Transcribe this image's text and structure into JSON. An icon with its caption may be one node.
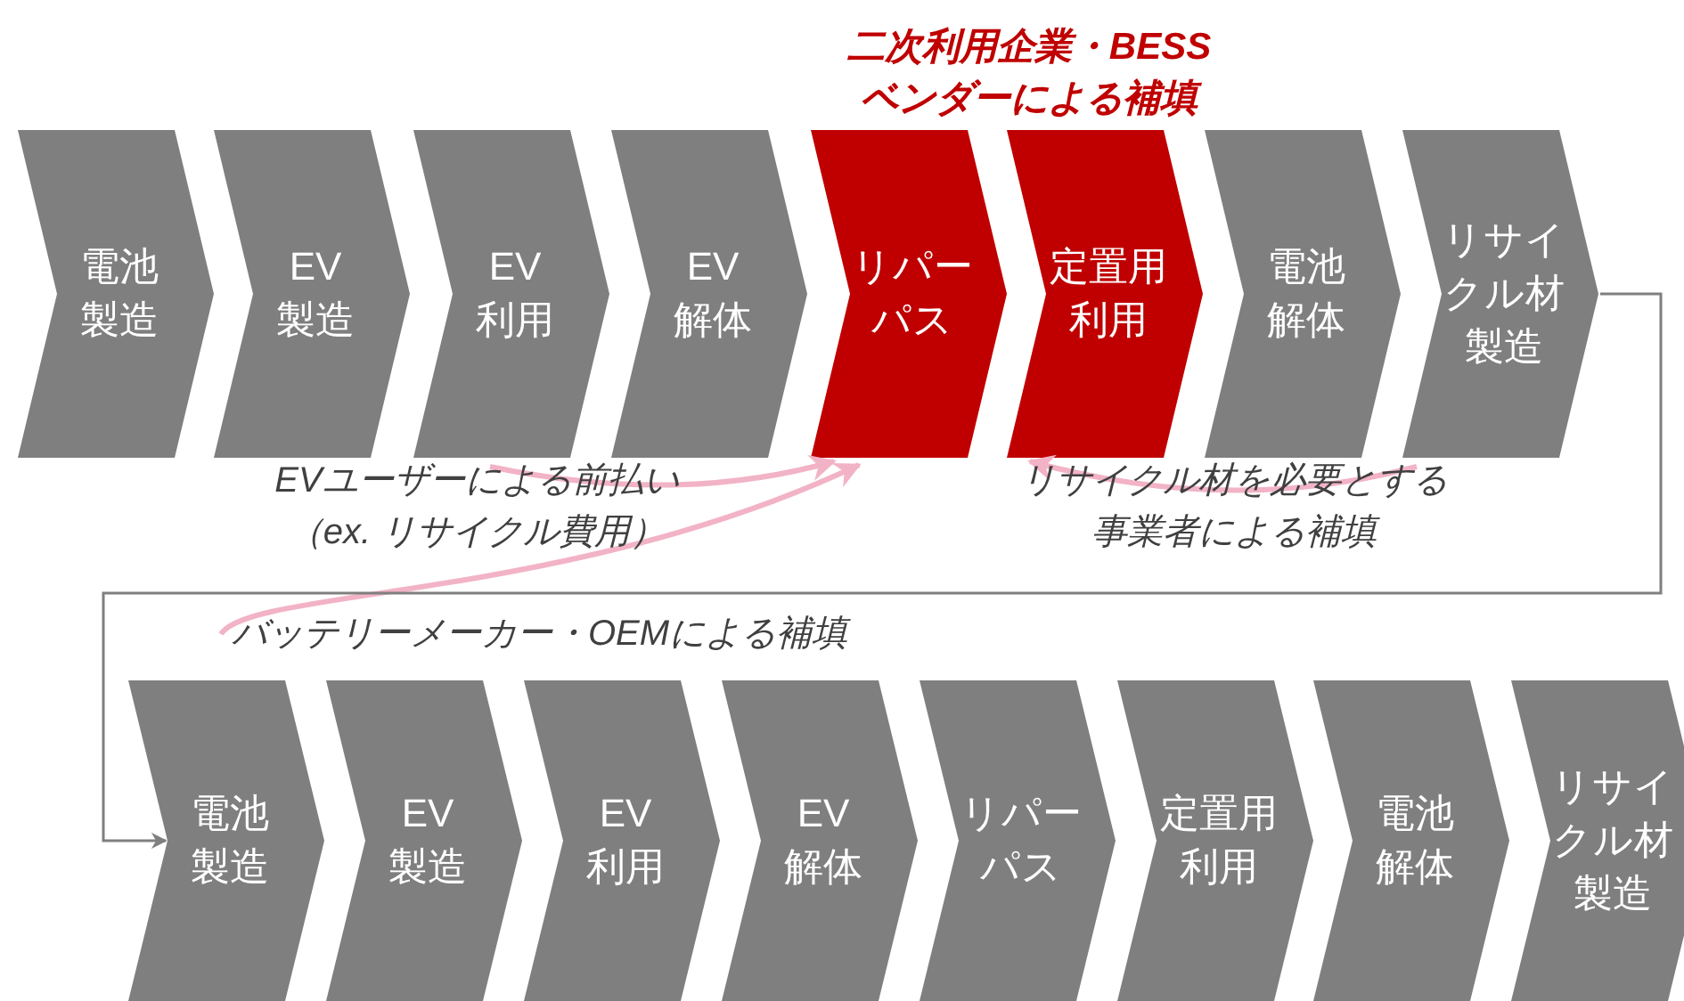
{
  "diagram": {
    "nodes": [
      {
        "text": [
          "電池製造"
        ]
      },
      {
        "text": [
          "EV製造"
        ]
      },
      {
        "text": [
          "EV利用"
        ]
      },
      {
        "text": [
          "EV解体"
        ]
      },
      {
        "text": [
          "リパーパス"
        ]
      },
      {
        "text": [
          "定置用利用"
        ]
      },
      {
        "text": [
          "電池解体"
        ]
      },
      {
        "text": [
          "リサイクル材製造"
        ]
      },
      {
        "text": [
          "電池製造"
        ]
      },
      {
        "text": [
          "EV製造"
        ]
      },
      {
        "text": [
          "EV利用"
        ]
      },
      {
        "text": [
          "EV解体"
        ]
      },
      {
        "text": [
          "リパーパス"
        ]
      },
      {
        "text": [
          "定置用利用"
        ]
      },
      {
        "text": [
          "電池解体"
        ]
      },
      {
        "text": [
          "リサイクル材製造"
        ]
      },
      {
        "text": [
          "EVユーザーによる前払い（ex. リサイクル費用）"
        ]
      },
      {
        "text": [
          "リサイクル材を必要とする事業者による補填"
        ]
      },
      {
        "text": [
          "バッテリーメーカー・OEMによる補填"
        ]
      }
    ],
    "edges": [
      {
        "from": 16,
        "to": 4,
        "arrow": "to"
      },
      {
        "from": 18,
        "to": 4,
        "arrow": "to"
      },
      {
        "from": 17,
        "to": 5,
        "arrow": "to"
      },
      {
        "from": 7,
        "to": 8,
        "arrow": "to",
        "color": "#7f7f7f"
      }
    ],
    "labels": [
      "二次利用企業・BESSベンダーによる補填"
    ]
  }
}
